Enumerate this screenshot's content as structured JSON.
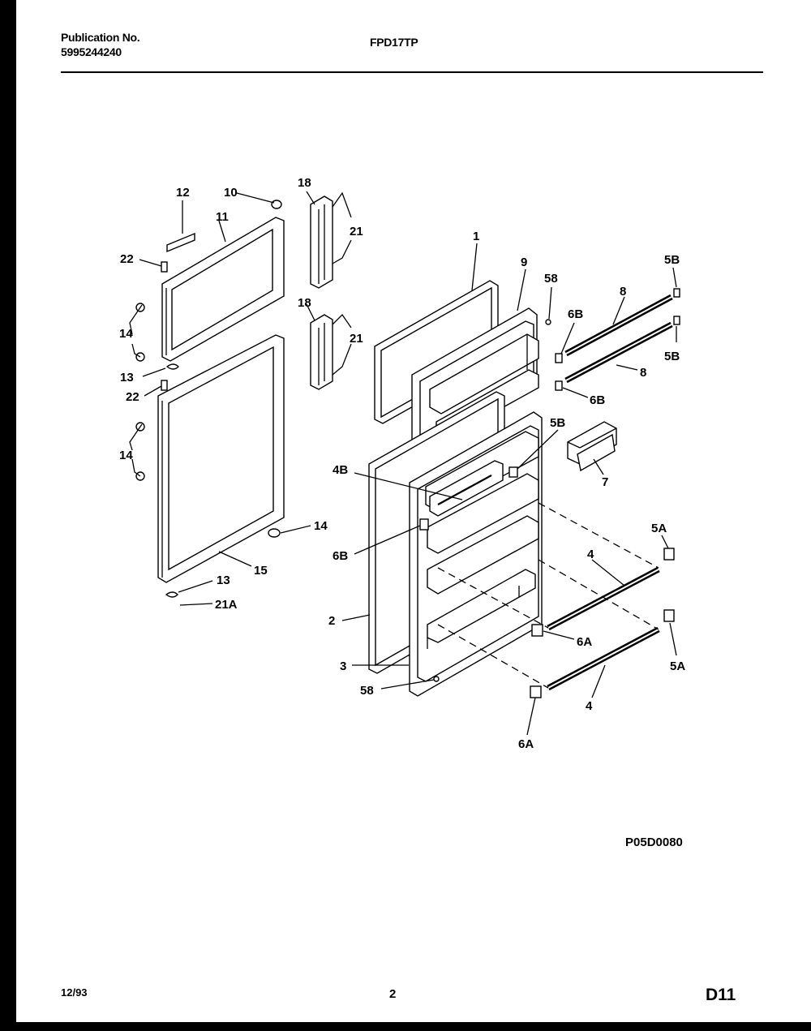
{
  "header": {
    "publication_label": "Publication No.",
    "publication_number": "5995244240",
    "model": "FPD17TP"
  },
  "footer": {
    "date": "12/93",
    "page_number": "2",
    "section_code": "D11"
  },
  "diagram": {
    "drawing_code": "P05D0080",
    "callouts": {
      "c1": "1",
      "c2": "2",
      "c3": "3",
      "c4a": "4",
      "c4b": "4",
      "c4B": "4B",
      "c5Aa": "5A",
      "c5Ab": "5A",
      "c5Ba": "5B",
      "c5Bb": "5B",
      "c5Bc": "5B",
      "c6Aa": "6A",
      "c6Ab": "6A",
      "c6Ba": "6B",
      "c6Bb": "6B",
      "c6Bc": "6B",
      "c7": "7",
      "c8a": "8",
      "c8b": "8",
      "c9": "9",
      "c10": "10",
      "c11": "11",
      "c12": "12",
      "c13a": "13",
      "c13b": "13",
      "c14a": "14",
      "c14b": "14",
      "c14c": "14",
      "c15": "15",
      "c18a": "18",
      "c18b": "18",
      "c21a": "21",
      "c21b": "21",
      "c21A": "21A",
      "c22a": "22",
      "c22b": "22",
      "c58a": "58",
      "c58b": "58"
    }
  }
}
